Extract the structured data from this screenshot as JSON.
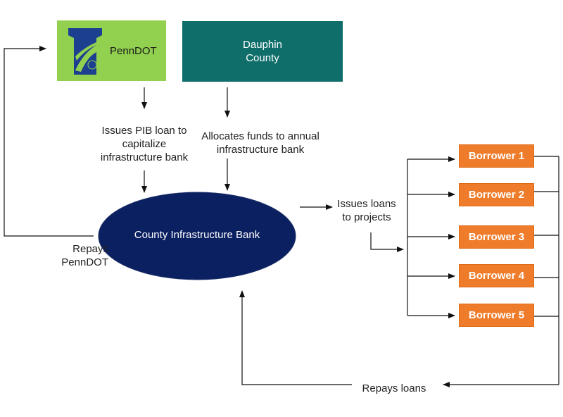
{
  "nodes": {
    "penndot": {
      "label": "PennDOT",
      "color": "#92d050"
    },
    "dauphin": {
      "label": "Dauphin\nCounty",
      "color": "#0f6e6a"
    },
    "bank": {
      "label": "County Infrastructure Bank",
      "color": "#0b2060"
    },
    "borrowers": [
      {
        "label": "Borrower 1"
      },
      {
        "label": "Borrower 2"
      },
      {
        "label": "Borrower 3"
      },
      {
        "label": "Borrower 4"
      },
      {
        "label": "Borrower 5"
      }
    ],
    "borrower_color": "#ef7c2a"
  },
  "edge_labels": {
    "issues_pib": "Issues PIB loan to\ncapitalize\ninfrastructure bank",
    "allocates": "Allocates funds to annual\ninfrastructure bank",
    "issues_loans": "Issues loans\nto projects",
    "repays_penndot": "Repays\nPennDOT",
    "repays_loans": "Repays loans"
  },
  "icons": {
    "penndot_logo": "keystone-logo-icon"
  }
}
